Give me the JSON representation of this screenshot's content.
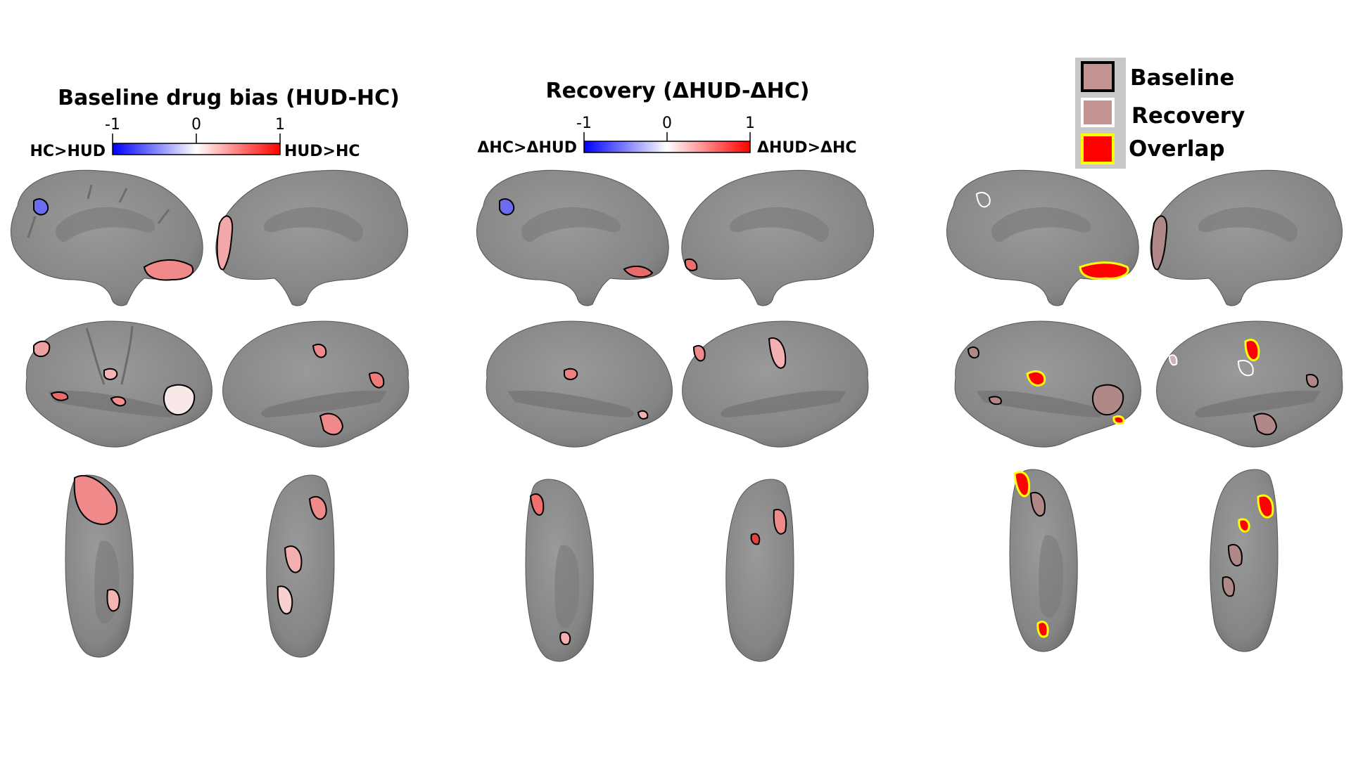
{
  "panels": [
    {
      "title": "Baseline drug bias (HUD-HC)",
      "colorbar": {
        "ticks": [
          "-1",
          "0",
          "1"
        ],
        "left_label": "HC>HUD",
        "right_label": "HUD>HC"
      }
    },
    {
      "title": "Recovery (ΔHUD-ΔHC)",
      "colorbar": {
        "ticks": [
          "-1",
          "0",
          "1"
        ],
        "left_label": "ΔHC>ΔHUD",
        "right_label": "ΔHUD>ΔHC"
      }
    }
  ],
  "legend": {
    "items": [
      {
        "label": "Baseline",
        "fill": "#c49494",
        "border": "#000000"
      },
      {
        "label": "Recovery",
        "fill": "#c49494",
        "border": "#ffffff"
      },
      {
        "label": "Overlap",
        "fill": "#ff0000",
        "border": "#ffff00"
      }
    ]
  },
  "colors": {
    "brain_surface": "#8a8a8a",
    "colormap_negative": "#0000ff",
    "colormap_positive": "#ff0000",
    "overlap_fill": "#ff0000",
    "overlap_outline": "#ffff00"
  }
}
